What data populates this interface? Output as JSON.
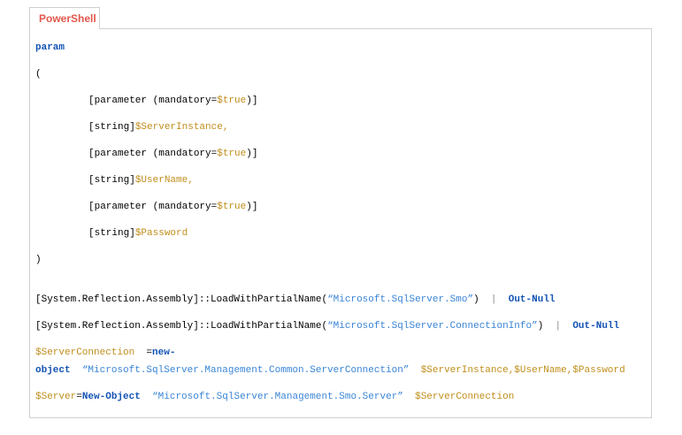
{
  "tab": {
    "label": "PowerShell"
  },
  "palette": {
    "tab_text": "#e2574c",
    "border": "#d0d0d0",
    "background": "#ffffff",
    "keyword": "#1353b4",
    "string": "#3a85d6",
    "variable": "#c18e1c",
    "plain": "#000000",
    "pipe": "#8a8a8a"
  },
  "code": {
    "language": "PowerShell",
    "lines": [
      {
        "seg": [
          {
            "t": "param",
            "c": "keyword"
          }
        ]
      },
      {
        "seg": [
          {
            "t": "(",
            "c": "plain"
          }
        ]
      },
      {
        "indent": true,
        "seg": [
          {
            "t": "[parameter (mandatory=",
            "c": "plain"
          },
          {
            "t": "$true",
            "c": "variable"
          },
          {
            "t": ")]",
            "c": "plain"
          }
        ]
      },
      {
        "indent": true,
        "seg": [
          {
            "t": "[string]",
            "c": "plain"
          },
          {
            "t": "$ServerInstance,",
            "c": "variable"
          }
        ]
      },
      {
        "indent": true,
        "seg": [
          {
            "t": "[parameter (mandatory=",
            "c": "plain"
          },
          {
            "t": "$true",
            "c": "variable"
          },
          {
            "t": ")]",
            "c": "plain"
          }
        ]
      },
      {
        "indent": true,
        "seg": [
          {
            "t": "[string]",
            "c": "plain"
          },
          {
            "t": "$UserName,",
            "c": "variable"
          }
        ]
      },
      {
        "indent": true,
        "seg": [
          {
            "t": "[parameter (mandatory=",
            "c": "plain"
          },
          {
            "t": "$true",
            "c": "variable"
          },
          {
            "t": ")]",
            "c": "plain"
          }
        ]
      },
      {
        "indent": true,
        "seg": [
          {
            "t": "[string]",
            "c": "plain"
          },
          {
            "t": "$Password",
            "c": "variable"
          }
        ]
      },
      {
        "seg": [
          {
            "t": ")",
            "c": "plain"
          }
        ]
      },
      {
        "gap": true,
        "seg": [
          {
            "t": "[System.Reflection.Assembly]::LoadWithPartialName(",
            "c": "plain"
          },
          {
            "t": "“Microsoft.SqlServer.Smo”",
            "c": "string"
          },
          {
            "t": ")  ",
            "c": "plain"
          },
          {
            "t": "|",
            "c": "pipe"
          },
          {
            "t": "  ",
            "c": "plain"
          },
          {
            "t": "Out-Null",
            "c": "keyword"
          }
        ]
      },
      {
        "seg": [
          {
            "t": "[System.Reflection.Assembly]::LoadWithPartialName(",
            "c": "plain"
          },
          {
            "t": "“Microsoft.SqlServer.ConnectionInfo”",
            "c": "string"
          },
          {
            "t": ")  ",
            "c": "plain"
          },
          {
            "t": "|",
            "c": "pipe"
          },
          {
            "t": "  ",
            "c": "plain"
          },
          {
            "t": "Out-Null",
            "c": "keyword"
          }
        ]
      },
      {
        "tight": true,
        "seg": [
          {
            "t": "$ServerConnection",
            "c": "variable"
          },
          {
            "t": "  =",
            "c": "plain"
          },
          {
            "t": "new-",
            "c": "keyword"
          }
        ]
      },
      {
        "seg": [
          {
            "t": "object",
            "c": "keyword"
          },
          {
            "t": "  ",
            "c": "plain"
          },
          {
            "t": "“Microsoft.SqlServer.Management.Common.ServerConnection”",
            "c": "string"
          },
          {
            "t": "  ",
            "c": "plain"
          },
          {
            "t": "$ServerInstance,$UserName,$Password",
            "c": "variable"
          }
        ]
      },
      {
        "seg": [
          {
            "t": "$Server",
            "c": "variable"
          },
          {
            "t": "=",
            "c": "plain"
          },
          {
            "t": "New-Object",
            "c": "keyword"
          },
          {
            "t": "  ",
            "c": "plain"
          },
          {
            "t": "“Microsoft.SqlServer.Management.Smo.Server”",
            "c": "string"
          },
          {
            "t": "  ",
            "c": "plain"
          },
          {
            "t": "$ServerConnection",
            "c": "variable"
          }
        ]
      }
    ]
  }
}
